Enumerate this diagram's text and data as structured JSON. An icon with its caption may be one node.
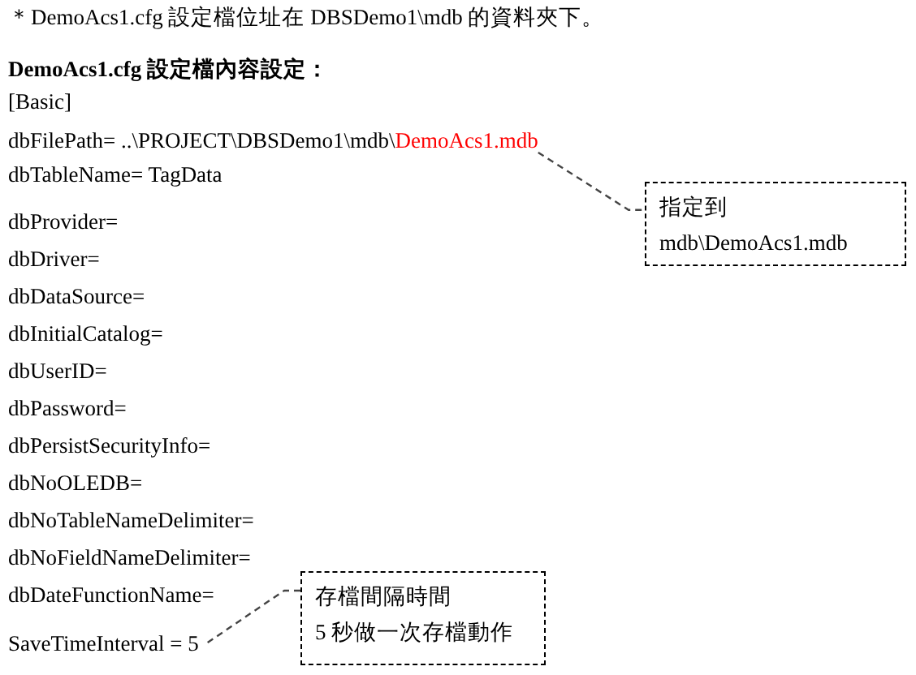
{
  "diagram": {
    "title": "DemoAcs1.cfg 設定檔內容設定：",
    "nodes": [
      {
        "text": [
          "DemoAcs1.mdb"
        ]
      },
      {
        "text": [
          "指定到",
          "mdb\\DemoAcs1.mdb"
        ]
      },
      {
        "text": [
          "SaveTimeInterval = 5"
        ]
      },
      {
        "text": [
          "存檔間隔時間",
          "5 秒做一次存檔動作"
        ]
      }
    ],
    "edges": [
      {
        "from": 0,
        "to": 1,
        "arrow": "none",
        "style": "dashed"
      },
      {
        "from": 3,
        "to": 2,
        "arrow": "none",
        "style": "dashed"
      }
    ],
    "labels": [
      "＊DemoAcs1.cfg 設定檔位址在 DBSDemo1\\mdb 的資料夾下。",
      "[Basic]",
      "dbFilePath= ..\\PROJECT\\DBSDemo1\\mdb\\",
      "dbTableName= TagData",
      "dbProvider=",
      "dbDriver=",
      "dbDataSource=",
      "dbInitialCatalog=",
      "dbUserID=",
      "dbPassword=",
      "dbPersistSecurityInfo=",
      "dbNoOLEDB=",
      "dbNoTableNameDelimiter=",
      "dbNoFieldNameDelimiter=",
      "dbDateFunctionName="
    ]
  }
}
